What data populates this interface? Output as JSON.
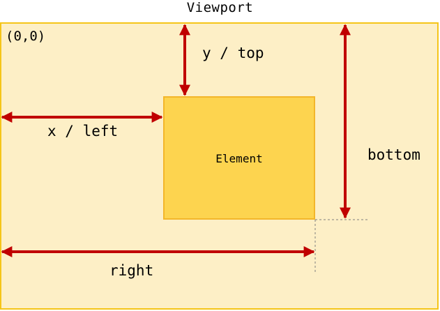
{
  "viewport": {
    "title": "Viewport"
  },
  "origin": {
    "label": "(0,0)"
  },
  "element": {
    "label": "Element"
  },
  "labels": {
    "y_top": "y / top",
    "x_left": "x / left",
    "bottom": "bottom",
    "right": "right"
  },
  "colors": {
    "viewport_fill": "#fdefc6",
    "viewport_border": "#f5c518",
    "element_fill": "#fdd44f",
    "element_border": "#f3b62a",
    "arrow": "#c00000",
    "guide": "#7f7f7f"
  }
}
